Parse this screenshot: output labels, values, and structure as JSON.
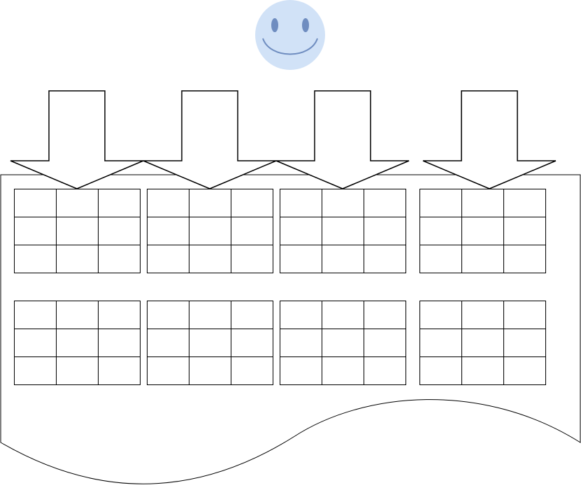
{
  "smiley": {
    "icon": "smiley-face-icon",
    "face_color": "#d1e2f7",
    "feature_color": "#6f8dc0"
  },
  "arrows": {
    "count": 4,
    "icon": "down-arrow-icon",
    "stroke_color": "#000000",
    "fill_color": "#ffffff"
  },
  "document": {
    "icon": "wavy-document-shape",
    "stroke_color": "#000000"
  },
  "grids": {
    "rows_of_grids": 2,
    "grids_per_row": 4,
    "cell_rows": 3,
    "cell_cols": 3,
    "line_color": "#000000"
  }
}
